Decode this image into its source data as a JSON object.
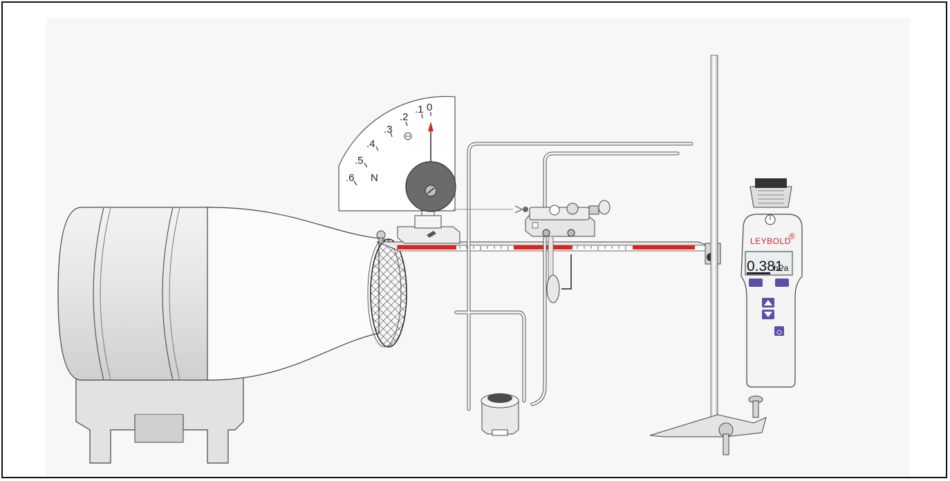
{
  "force_meter": {
    "ticks": [
      ".6",
      ".5",
      ".4",
      ".3",
      ".2",
      ".1",
      "0"
    ],
    "unit": "N"
  },
  "pressure_meter": {
    "brand": "LEYBOLD",
    "brand_mark": "®",
    "reading_value": "0.381",
    "reading_unit": "hPa",
    "colors": {
      "brand": "#c8262e",
      "buttons": "#5b4fa8",
      "pointer": "#d9251d",
      "scale_red": "#d9251d"
    }
  },
  "icons": [
    "fan-icon",
    "power-icon",
    "up-arrow-icon",
    "down-arrow-icon"
  ]
}
